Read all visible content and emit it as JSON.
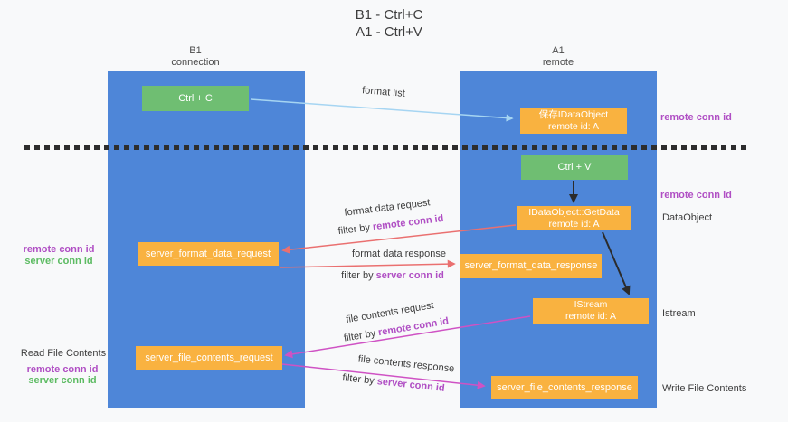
{
  "title": {
    "line1": "B1 - Ctrl+C",
    "line2": "A1 - Ctrl+V"
  },
  "lanes": {
    "b1": {
      "name": "B1",
      "role": "connection"
    },
    "a1": {
      "name": "A1",
      "role": "remote"
    }
  },
  "nodes": {
    "ctrl_c": {
      "label": "Ctrl + C"
    },
    "ctrl_v": {
      "label": "Ctrl + V"
    },
    "save_idataobject": {
      "line1": "保存IDataObject",
      "line2": "remote id: A"
    },
    "idataobject_getdata": {
      "line1": "IDataObject::GetData",
      "line2": "remote id: A"
    },
    "istream": {
      "line1": "IStream",
      "line2": "remote id: A"
    },
    "server_format_data_request": {
      "label": "server_format_data_request"
    },
    "server_format_data_response": {
      "label": "server_format_data_response"
    },
    "server_file_contents_request": {
      "label": "server_file_contents_request"
    },
    "server_file_contents_response": {
      "label": "server_file_contents_response"
    }
  },
  "edge_labels": {
    "format_list": "format list",
    "format_data_request": "format data request",
    "format_data_response": "format data response",
    "file_contents_request": "file contents request",
    "file_contents_response": "file contents response",
    "filter_by": "filter by",
    "remote_conn_id": "remote conn id",
    "server_conn_id": "server conn id"
  },
  "side_labels": {
    "remote_conn_id": "remote conn id",
    "server_conn_id": "server conn id",
    "dataobject": "DataObject",
    "istream": "Istream",
    "read_file_contents": "Read File Contents",
    "write_file_contents": "Write File Contents"
  },
  "colors": {
    "lane_blue": "#4e86d8",
    "node_green": "#6fbe72",
    "node_orange": "#f9b240",
    "arrow_light_blue": "#a6d5f2",
    "arrow_red": "#ea7070",
    "arrow_magenta": "#cf52c4",
    "arrow_black": "#2b2b2b",
    "conn_id_purple": "#b04fc4",
    "conn_id_green": "#5cbb62",
    "dashed_line": "#2d2d2d"
  }
}
